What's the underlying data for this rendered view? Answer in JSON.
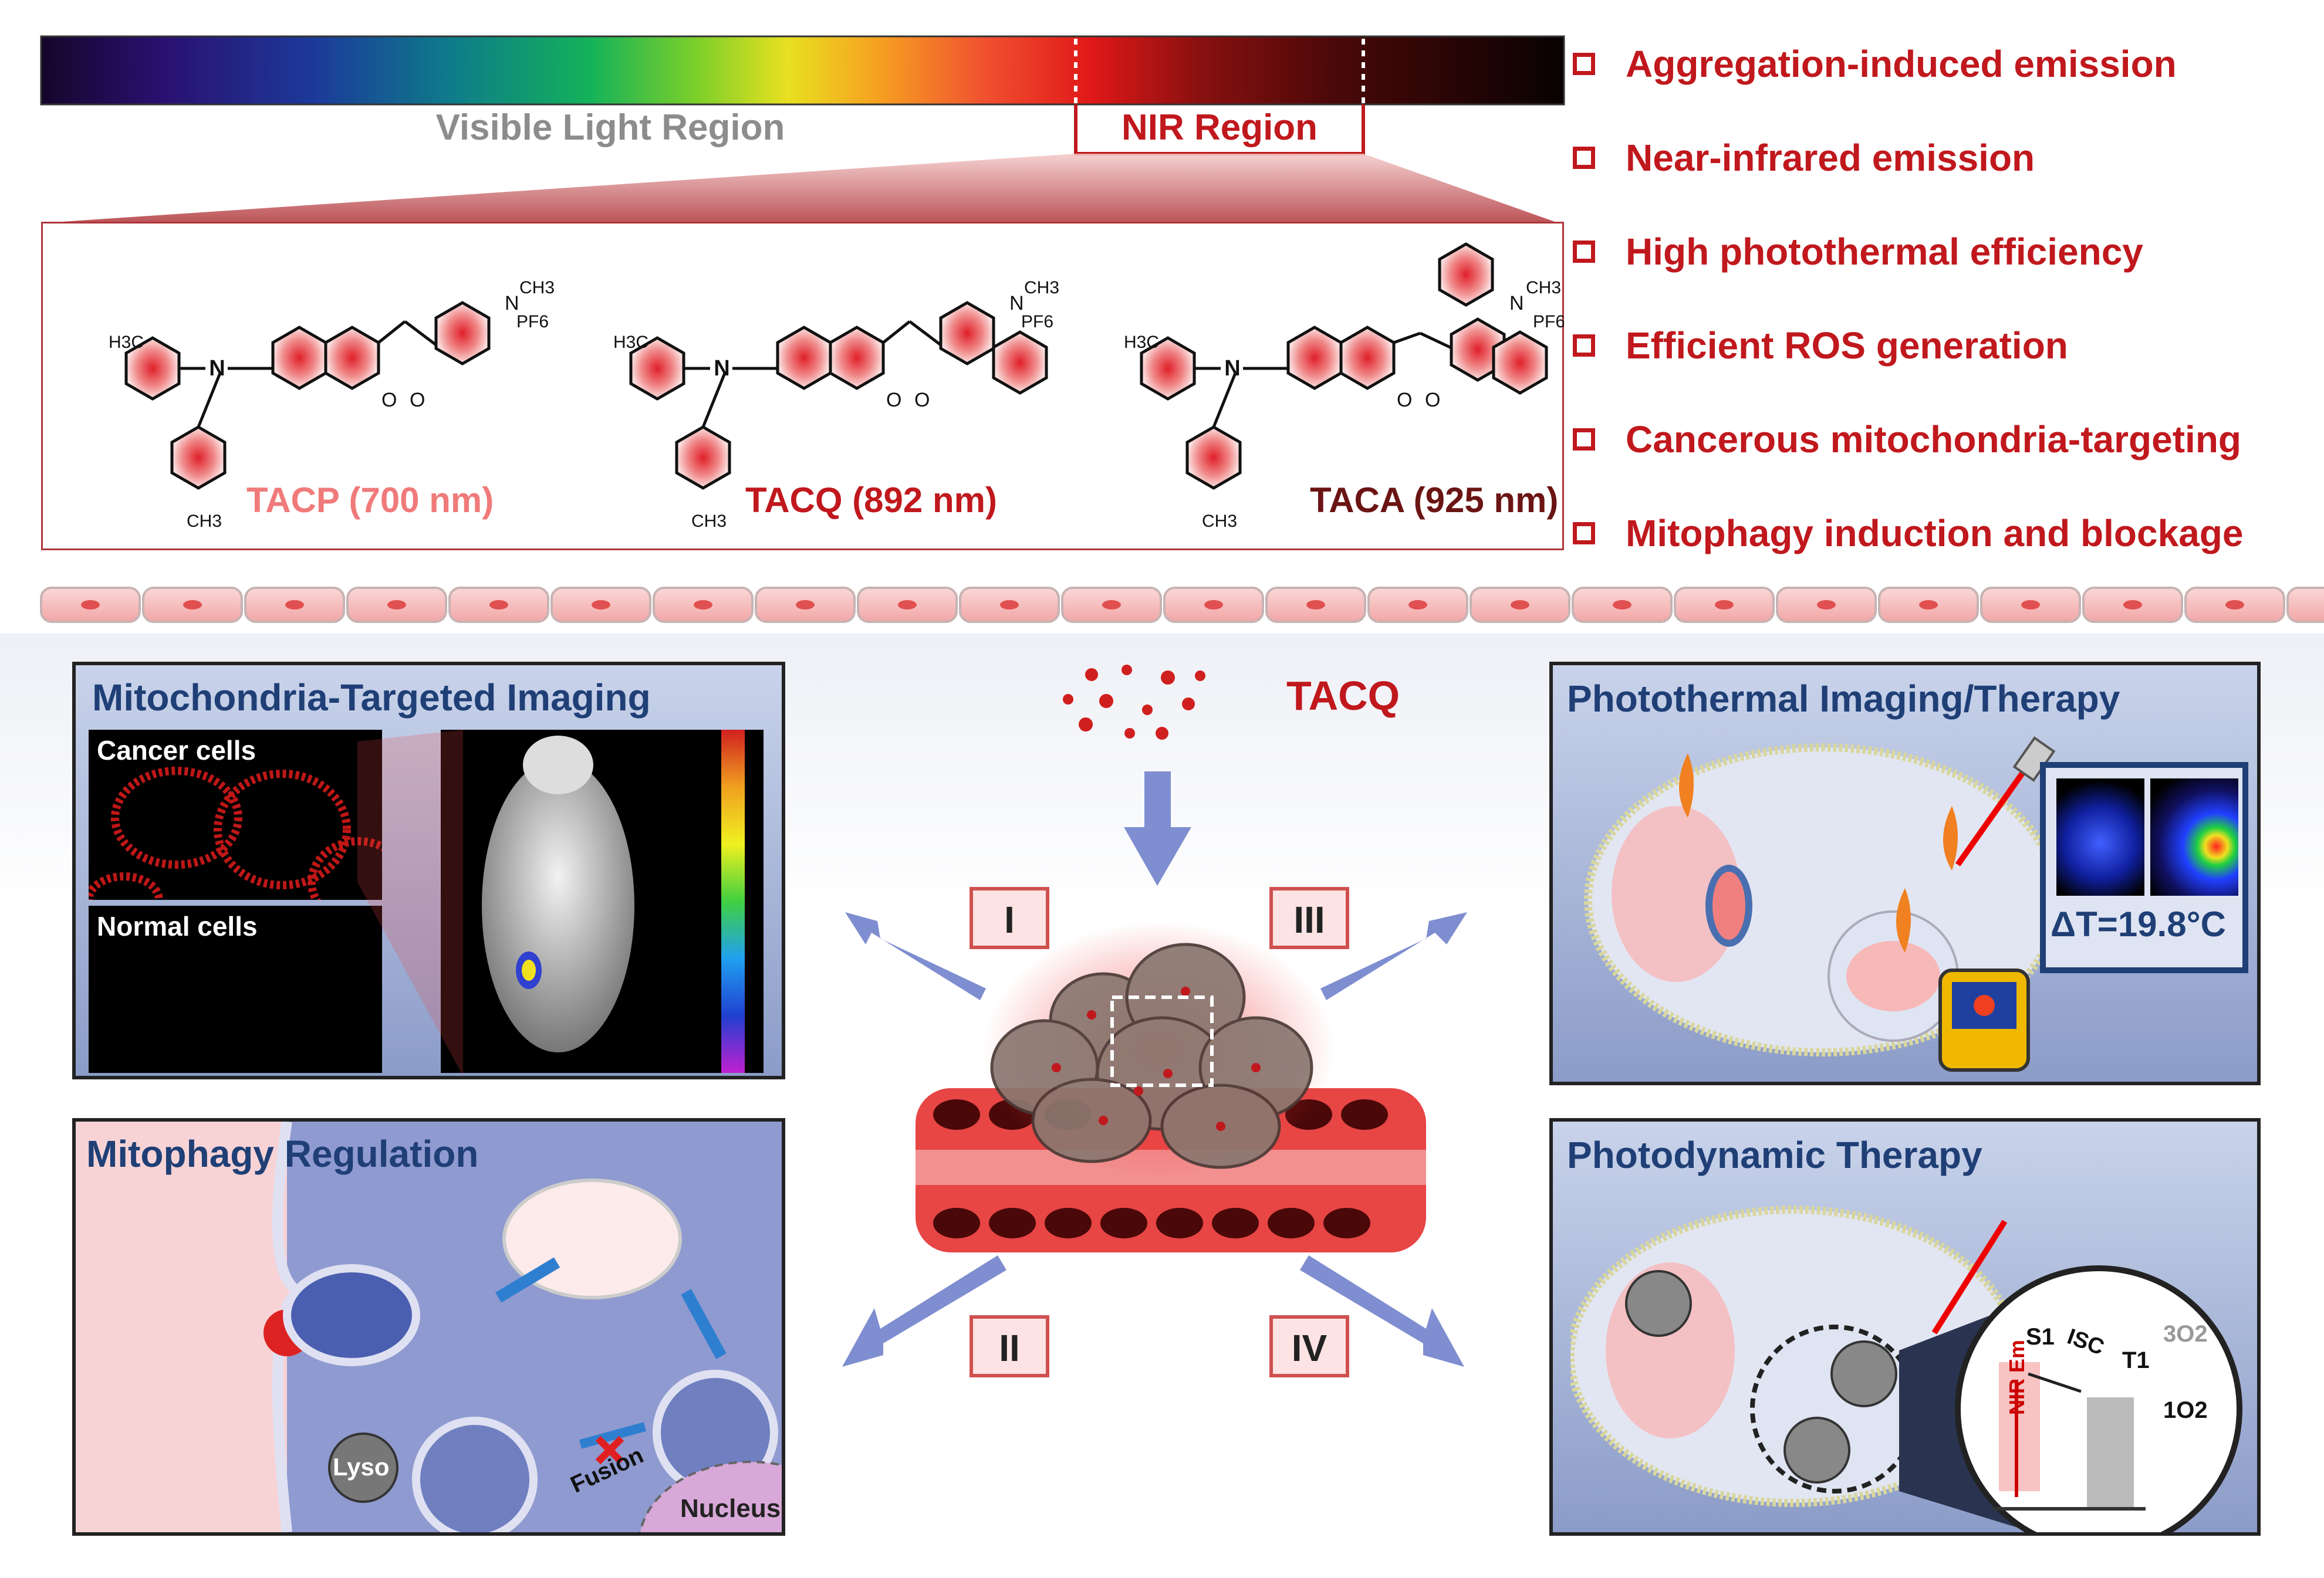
{
  "spectrum": {
    "visible_label": "Visible Light Region",
    "nir_label": "NIR Region"
  },
  "features": [
    "Aggregation-induced emission",
    "Near-infrared emission",
    "High photothermal efficiency",
    "Efficient ROS generation",
    "Cancerous mitochondria-targeting",
    "Mitophagy induction and blockage"
  ],
  "molecules": [
    {
      "label": "TACP (700 nm)",
      "color": "#f07a7a"
    },
    {
      "label": "TACQ (892 nm)",
      "color": "#c0181d"
    },
    {
      "label": "TACA (925 nm)",
      "color": "#6b1414"
    }
  ],
  "chem": {
    "methyl_left": "H3C",
    "methyl_bottom": "CH3",
    "n_methyl": "CH3",
    "counterion": "PF6"
  },
  "center": {
    "agent_label": "TACQ",
    "pathways": [
      "I",
      "II",
      "III",
      "IV"
    ]
  },
  "panels": {
    "imaging": {
      "title": "Mitochondria-Targeted Imaging",
      "cancer_label": "Cancer cells",
      "normal_label": "Normal cells"
    },
    "photothermal": {
      "title": "Photothermal Imaging/Therapy",
      "delta_t": "ΔT=19.8°C"
    },
    "mitophagy": {
      "title": "Mitophagy Regulation",
      "lyso": "Lyso",
      "fusion": "Fusion",
      "nucleus": "Nucleus"
    },
    "photodynamic": {
      "title": "Photodynamic Therapy",
      "s1": "S1",
      "t1": "T1",
      "isc": "ISC",
      "nir_em": "NIR Em",
      "triplet_o2": "3O2",
      "singlet_o2": "1O2"
    }
  },
  "colors": {
    "accent": "#c0181d",
    "panel_blue": "#1f3f76"
  }
}
